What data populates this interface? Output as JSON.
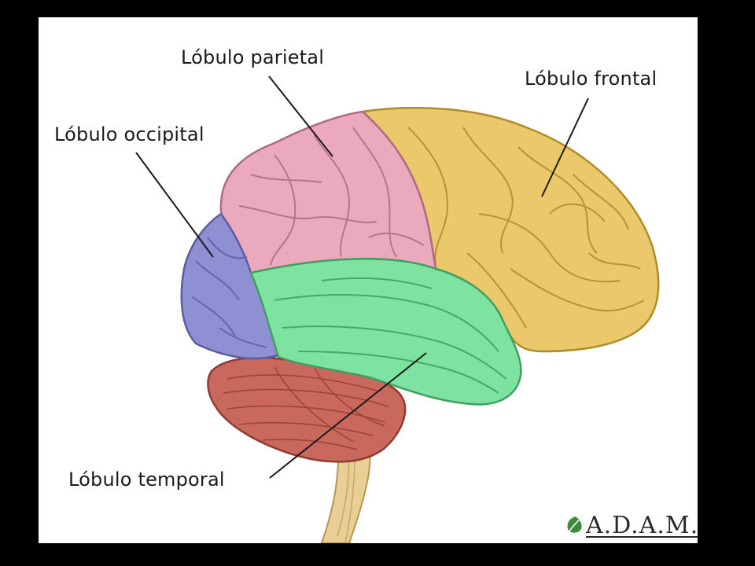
{
  "labels": {
    "parietal": "Lóbulo parietal",
    "frontal": "Lóbulo frontal",
    "occipital": "Lóbulo occipital",
    "temporal": "Lóbulo temporal"
  },
  "logo": {
    "text": "A.D.A.M.",
    "icon": "leaf-icon"
  },
  "colors": {
    "frontal": "#ebc869",
    "parietal": "#eba9bd",
    "occipital": "#8f90d3",
    "temporal": "#7ee3a0",
    "cerebellum": "#c9695d",
    "brainstem": "#e8cf95",
    "frame": "#000000"
  }
}
